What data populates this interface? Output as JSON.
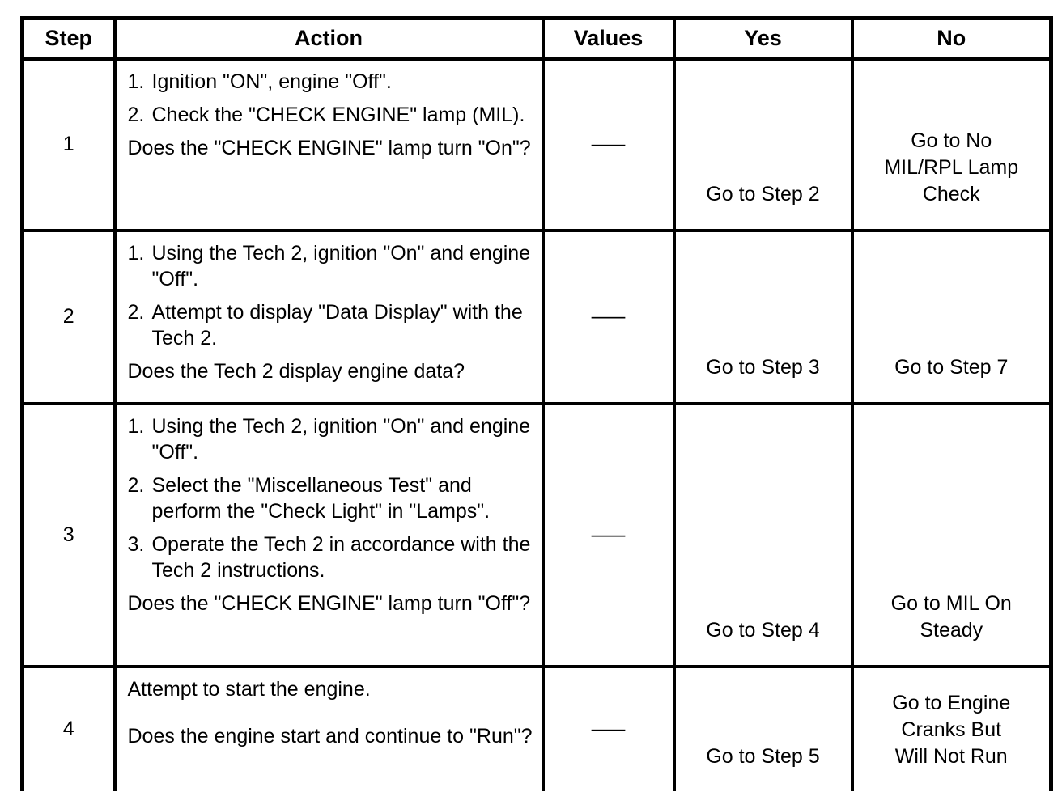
{
  "page": {
    "background": "#ffffff",
    "text_color": "#000000",
    "border_color": "#000000"
  },
  "table": {
    "headers": {
      "step": "Step",
      "action": "Action",
      "values": "Values",
      "yes": "Yes",
      "no": "No"
    },
    "rows": [
      {
        "step": "1",
        "items": [
          {
            "num": "1.",
            "text": "Ignition \"ON\", engine \"Off\"."
          },
          {
            "num": "2.",
            "text": "Check the \"CHECK ENGINE\" lamp (MIL)."
          }
        ],
        "question": "Does the \"CHECK ENGINE\" lamp turn \"On\"?",
        "values": "–––",
        "yes": "Go to Step 2",
        "no_lines": [
          "Go to No",
          "MIL/RPL Lamp",
          "Check"
        ]
      },
      {
        "step": "2",
        "items": [
          {
            "num": "1.",
            "text": "Using the Tech 2, ignition \"On\" and engine \"Off\"."
          },
          {
            "num": "2.",
            "text": "Attempt to display \"Data Display\" with the Tech 2."
          }
        ],
        "question": "Does the Tech 2 display engine data?",
        "values": "–––",
        "yes": "Go to Step 3",
        "no_lines": [
          "Go to Step 7"
        ]
      },
      {
        "step": "3",
        "items": [
          {
            "num": "1.",
            "text": "Using the Tech 2, ignition \"On\" and engine \"Off\"."
          },
          {
            "num": "2.",
            "text": "Select the \"Miscellaneous Test\" and perform the \"Check Light\" in \"Lamps\"."
          },
          {
            "num": "3.",
            "text": "Operate the Tech 2 in accordance with the Tech 2 instructions."
          }
        ],
        "question": "Does the \"CHECK ENGINE\" lamp turn \"Off\"?",
        "values": "–––",
        "yes": "Go to Step 4",
        "no_lines": [
          "Go to MIL On",
          "Steady"
        ]
      },
      {
        "step": "4",
        "intro": "Attempt to start the engine.",
        "question": "Does the engine start and continue to \"Run\"?",
        "values": "–––",
        "yes": "Go to Step 5",
        "no_lines": [
          "Go to Engine",
          "Cranks But",
          "Will Not Run"
        ]
      }
    ]
  }
}
